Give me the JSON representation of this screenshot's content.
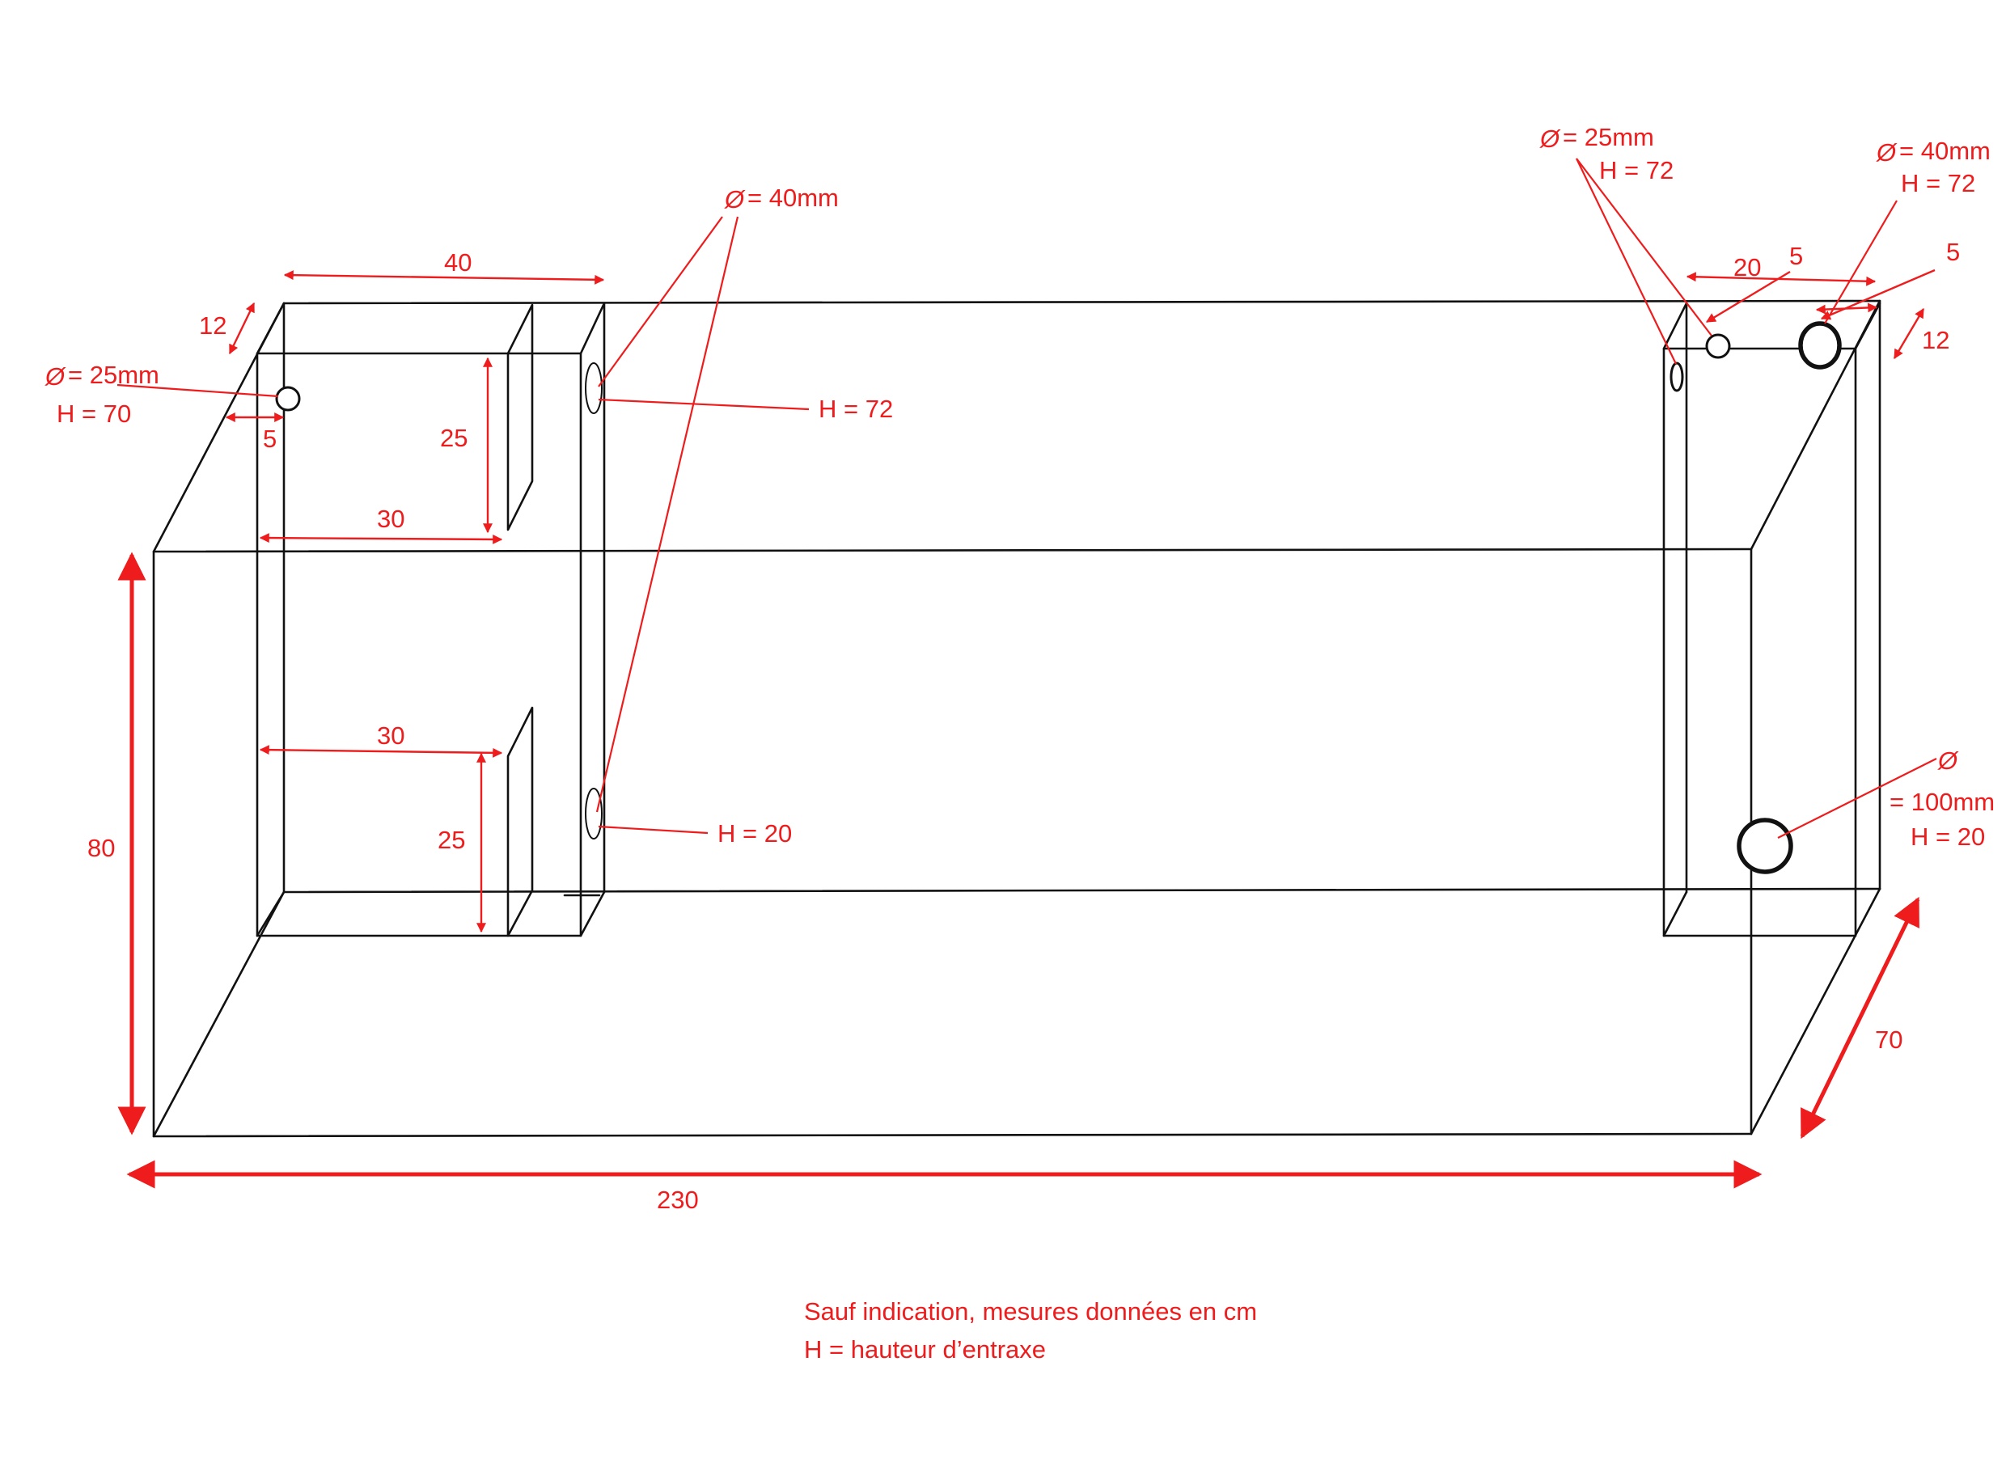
{
  "colors": {
    "outline": "#111111",
    "annotation": "#ee1c1c"
  },
  "dimensions": {
    "width_230": "230",
    "height_80": "80",
    "depth_70": "70",
    "compartment_width_40": "40",
    "left_depth_12": "12",
    "left_offset_5": "5",
    "upper_opening_width_30": "30",
    "lower_opening_width_30": "30",
    "upper_opening_height_25": "25",
    "lower_opening_height_25": "25",
    "right_width_20": "20",
    "right_offset_5a": "5",
    "right_offset_5b": "5",
    "right_depth_12": "12"
  },
  "annotations": {
    "left_hole": {
      "diameter": "= 25mm",
      "height": "H = 70"
    },
    "center_holes": {
      "diameter": "= 40mm",
      "upper_height": "H = 72",
      "lower_height": "H = 20"
    },
    "right_small_hole": {
      "diameter": "= 25mm",
      "height": "H = 72"
    },
    "right_large_hole": {
      "diameter": "= 40mm",
      "height": "H = 72"
    },
    "drain_hole": {
      "diameter": "= 100mm",
      "height": "H = 20"
    }
  },
  "notes": {
    "units": "Sauf indication, mesures données en cm",
    "definition": "H = hauteur d’entraxe"
  }
}
